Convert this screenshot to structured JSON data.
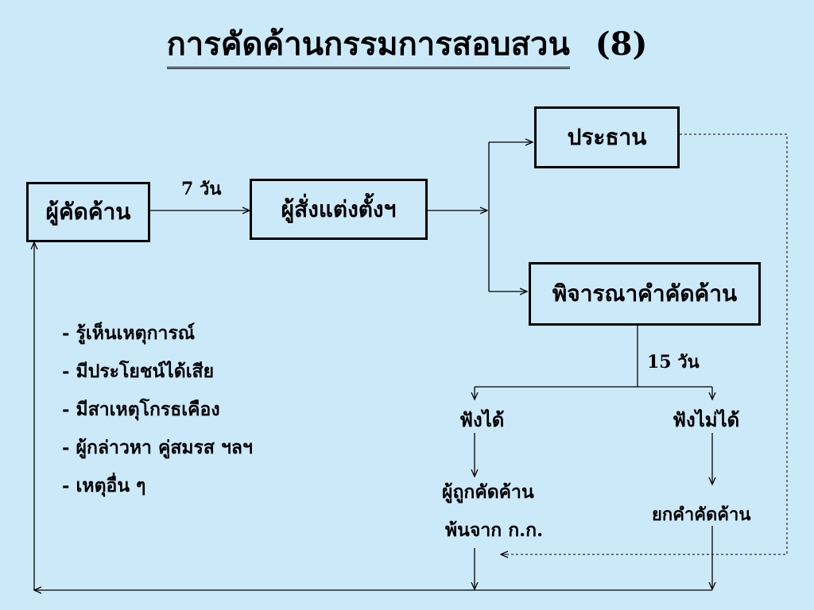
{
  "title": {
    "main": "การคัดค้านกรรมการสอบสวน",
    "number": "(8)"
  },
  "nodes": {
    "objector": "ผู้คัดค้าน",
    "appointer": "ผู้สั่งแต่งตั้งฯ",
    "chairman": "ประธาน",
    "consider": "พิจารณาคำคัดค้าน"
  },
  "durations": {
    "to_appointer": "7  วัน",
    "consider_period": "15  วัน"
  },
  "outcomes": {
    "accepted": "ฟังได้",
    "rejected": "ฟังไม่ได้",
    "removed_line1": "ผู้ถูกคัดค้าน",
    "removed_line2": "พ้นจาก  ก.ก.",
    "dismiss": "ยกคำคัดค้าน"
  },
  "reasons": [
    "- รู้เห็นเหตุการณ์",
    "- มีประโยชน์ได้เสีย",
    "- มีสาเหตุโกรธเคือง",
    "- ผู้กล่าวหา  คู่สมรส  ฯลฯ",
    "-  เหตุอื่น ๆ"
  ],
  "colors": {
    "background": "#cce9fa",
    "line": "#000000"
  }
}
